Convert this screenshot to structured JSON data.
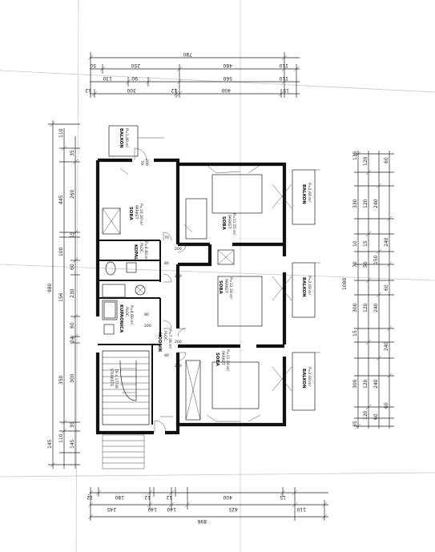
{
  "top_dimensions": {
    "overall": "780",
    "row1": [
      "50",
      "250",
      "480",
      "110"
    ],
    "row2": [
      "130",
      "90",
      "560",
      "110"
    ],
    "row3": [
      "12",
      "300",
      "12",
      "400",
      "15"
    ]
  },
  "bottom_dimensions": {
    "row1": [
      "12",
      "180",
      "12",
      "12",
      "400",
      "15"
    ],
    "row2": [
      "245",
      "140",
      "140",
      "425",
      "110"
    ],
    "overall": "896"
  },
  "left_dimensions": {
    "overall": "980",
    "top_block": [
      "110",
      "445",
      "35",
      "260",
      "15",
      "100",
      "60",
      "10",
      "12"
    ],
    "lower_block": [
      "156",
      "230",
      "60",
      "24",
      "350",
      "300",
      "35",
      "110",
      "145",
      "145"
    ]
  },
  "right_dimensions": {
    "overall": "1080",
    "columns": [
      "135",
      "120",
      "60",
      "330",
      "120",
      "240",
      "10",
      "15",
      "240",
      "150",
      "50",
      "70",
      "300",
      "120",
      "240",
      "60",
      "15",
      "240",
      "300",
      "120",
      "240",
      "60",
      "35",
      "120",
      "60"
    ]
  },
  "rooms": [
    {
      "name": "SOBA",
      "area": "P=10.30 m²",
      "sub": "PARKET"
    },
    {
      "name": "SOBA",
      "area": "P=11.55 m²",
      "sub": "PARKET"
    },
    {
      "name": "SOBA",
      "area": "P=12.30 m²",
      "sub": "PARKET"
    },
    {
      "name": "SOBA",
      "area": "P=11.40 m²",
      "sub": "PARKET"
    },
    {
      "name": "KOPAL.",
      "area": "P=4.40 m²",
      "sub": "PLOČ."
    },
    {
      "name": "KUPAONICA",
      "area": "P=4.80 m²",
      "sub": "PLOČ."
    },
    {
      "name": "HODNIK",
      "area": "P=7.38 m²",
      "sub": "PLOČ."
    },
    {
      "name": "STUBIŠTE",
      "area": "19 x 17/30",
      "sub": ""
    },
    {
      "name": "BALKON",
      "area": "P=1.40 m²",
      "sub": ""
    },
    {
      "name": "BALKON",
      "area": "P=2.60 m²",
      "sub": ""
    },
    {
      "name": "BALKON",
      "area": "P=2.60 m²",
      "sub": ""
    },
    {
      "name": "BALKON",
      "area": "P=2.60 m²",
      "sub": ""
    }
  ],
  "door_labels": [
    "70",
    "200",
    "70",
    "200",
    "80",
    "200",
    "80",
    "200",
    "200",
    "80",
    "200"
  ]
}
